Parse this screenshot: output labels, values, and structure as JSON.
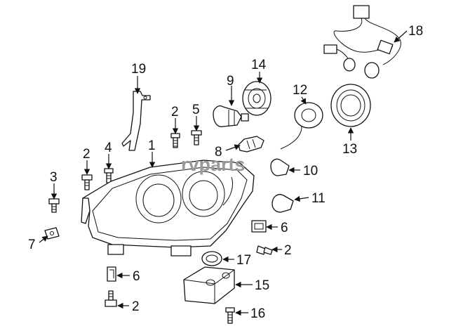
{
  "watermark": {
    "prefix": "rv",
    "suffix": "parts",
    "color": "#9a9a9a"
  },
  "callouts": [
    {
      "id": "c1",
      "label": "1"
    },
    {
      "id": "c2a",
      "label": "2"
    },
    {
      "id": "c2b",
      "label": "2"
    },
    {
      "id": "c2c",
      "label": "2"
    },
    {
      "id": "c2d",
      "label": "2"
    },
    {
      "id": "c3",
      "label": "3"
    },
    {
      "id": "c4",
      "label": "4"
    },
    {
      "id": "c5",
      "label": "5"
    },
    {
      "id": "c6a",
      "label": "6"
    },
    {
      "id": "c6b",
      "label": "6"
    },
    {
      "id": "c7",
      "label": "7"
    },
    {
      "id": "c8",
      "label": "8"
    },
    {
      "id": "c9",
      "label": "9"
    },
    {
      "id": "c10",
      "label": "10"
    },
    {
      "id": "c11",
      "label": "11"
    },
    {
      "id": "c12",
      "label": "12"
    },
    {
      "id": "c13",
      "label": "13"
    },
    {
      "id": "c14",
      "label": "14"
    },
    {
      "id": "c15",
      "label": "15"
    },
    {
      "id": "c16",
      "label": "16"
    },
    {
      "id": "c17",
      "label": "17"
    },
    {
      "id": "c18",
      "label": "18"
    },
    {
      "id": "c19",
      "label": "19"
    }
  ]
}
